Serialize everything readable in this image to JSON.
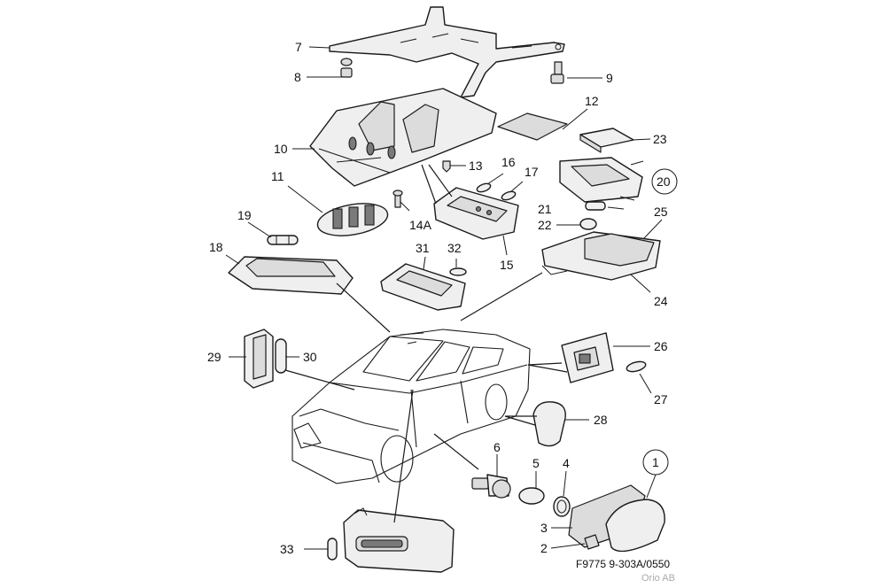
{
  "figure": {
    "reference_code": "F9775 9-303A/0550",
    "credit": "Orio AB"
  },
  "callouts": [
    {
      "id": "c7",
      "text": "7"
    },
    {
      "id": "c8",
      "text": "8"
    },
    {
      "id": "c9",
      "text": "9"
    },
    {
      "id": "c12",
      "text": "12"
    },
    {
      "id": "c10",
      "text": "10"
    },
    {
      "id": "c23",
      "text": "23"
    },
    {
      "id": "c13",
      "text": "13"
    },
    {
      "id": "c16",
      "text": "16"
    },
    {
      "id": "c17",
      "text": "17"
    },
    {
      "id": "c11",
      "text": "11"
    },
    {
      "id": "c20",
      "text": "20",
      "circled": true
    },
    {
      "id": "c21",
      "text": "21"
    },
    {
      "id": "c22",
      "text": "22"
    },
    {
      "id": "c25",
      "text": "25"
    },
    {
      "id": "c19",
      "text": "19"
    },
    {
      "id": "c14a",
      "text": "14A"
    },
    {
      "id": "c18",
      "text": "18"
    },
    {
      "id": "c31",
      "text": "31"
    },
    {
      "id": "c32",
      "text": "32"
    },
    {
      "id": "c15",
      "text": "15"
    },
    {
      "id": "c24",
      "text": "24"
    },
    {
      "id": "c29",
      "text": "29"
    },
    {
      "id": "c30",
      "text": "30"
    },
    {
      "id": "c26",
      "text": "26"
    },
    {
      "id": "c27",
      "text": "27"
    },
    {
      "id": "c28",
      "text": "28"
    },
    {
      "id": "c6",
      "text": "6"
    },
    {
      "id": "c5",
      "text": "5"
    },
    {
      "id": "c4",
      "text": "4"
    },
    {
      "id": "c1",
      "text": "1",
      "circled": true
    },
    {
      "id": "c3",
      "text": "3"
    },
    {
      "id": "c2",
      "text": "2"
    },
    {
      "id": "c33",
      "text": "33"
    }
  ]
}
